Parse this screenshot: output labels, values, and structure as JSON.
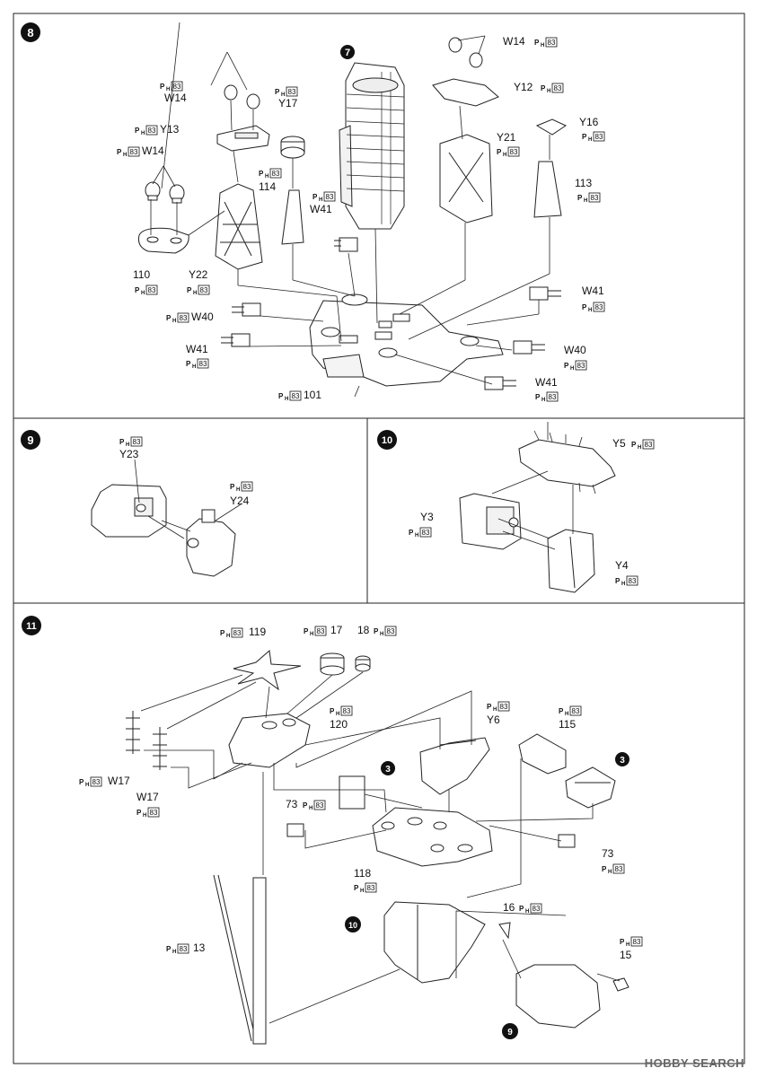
{
  "paint_code": "83",
  "paint_prefix": "H",
  "steps": {
    "s8": {
      "number": "8",
      "labels": {
        "w14_a": "W14",
        "y13": "Y13",
        "w14_b": "W14",
        "y17": "Y17",
        "w14_c": "W14",
        "y12": "Y12",
        "y21": "Y21",
        "y16": "Y16",
        "p114": "114",
        "w41_a": "W41",
        "p113": "113",
        "p110": "110",
        "y22": "Y22",
        "w41_b": "W41",
        "w40_a": "W40",
        "w41_c": "W41",
        "w40_b": "W40",
        "w41_d": "W41",
        "p101": "101"
      },
      "callout": "7"
    },
    "s9": {
      "number": "9",
      "labels": {
        "y23": "Y23",
        "y24": "Y24"
      }
    },
    "s10": {
      "number": "10",
      "labels": {
        "y5": "Y5",
        "y3": "Y3",
        "y4": "Y4"
      }
    },
    "s11": {
      "number": "11",
      "labels": {
        "p119": "119",
        "p17": "17",
        "p18": "18",
        "p120": "120",
        "y6": "Y6",
        "p115": "115",
        "w17_a": "W17",
        "w17_b": "W17",
        "p73_a": "73",
        "p73_b": "73",
        "p118": "118",
        "p16": "16",
        "p15": "15",
        "p13": "13"
      },
      "callouts": {
        "c3a": "3",
        "c3b": "3",
        "c10": "10",
        "c9": "9"
      }
    }
  },
  "watermark": "HOBBY SEARCH"
}
